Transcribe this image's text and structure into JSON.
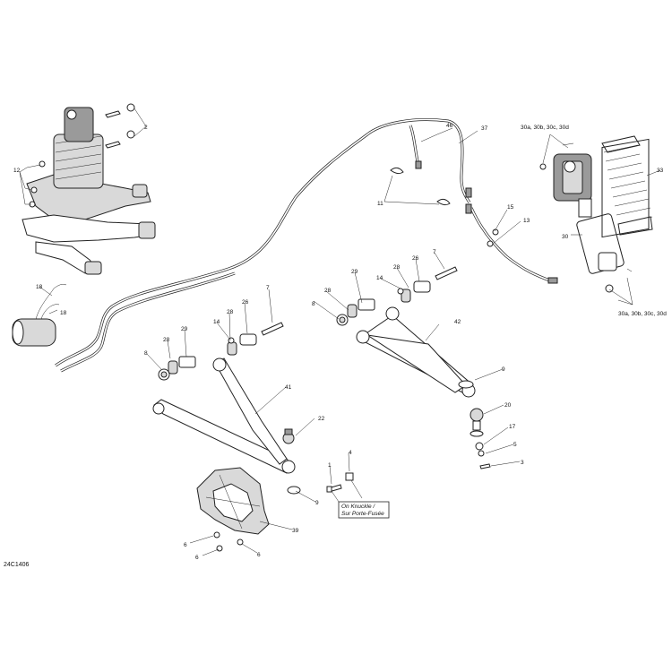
{
  "figure": {
    "reference_code": "24C1406",
    "note_line1": "On Knuckle /",
    "note_line2": "Sur Porte-Fusée"
  },
  "labels": {
    "l1": "1",
    "l2": "2",
    "l3": "3",
    "l4": "4",
    "l5": "5",
    "l6a": "6",
    "l6b": "6",
    "l6c": "6",
    "l7a": "7",
    "l7b": "7",
    "l8a": "8",
    "l8b": "8",
    "l9a": "9",
    "l9b": "9",
    "l11": "11",
    "l12": "12",
    "l13": "13",
    "l14a": "14",
    "l14b": "14",
    "l15": "15",
    "l17": "17",
    "l18a": "18",
    "l18b": "18",
    "l20": "20",
    "l22": "22",
    "l26a": "26",
    "l26b": "26",
    "l28a": "28",
    "l28b": "28",
    "l28c": "28",
    "l28d": "28",
    "l29a": "29",
    "l29b": "29",
    "l30": "30",
    "l30top": "30a, 30b, 30c, 30d",
    "l30bot": "30a, 30b, 30c, 30d",
    "l33": "33",
    "l37": "37",
    "l39": "39",
    "l41": "41",
    "l42": "42",
    "l46": "46"
  }
}
